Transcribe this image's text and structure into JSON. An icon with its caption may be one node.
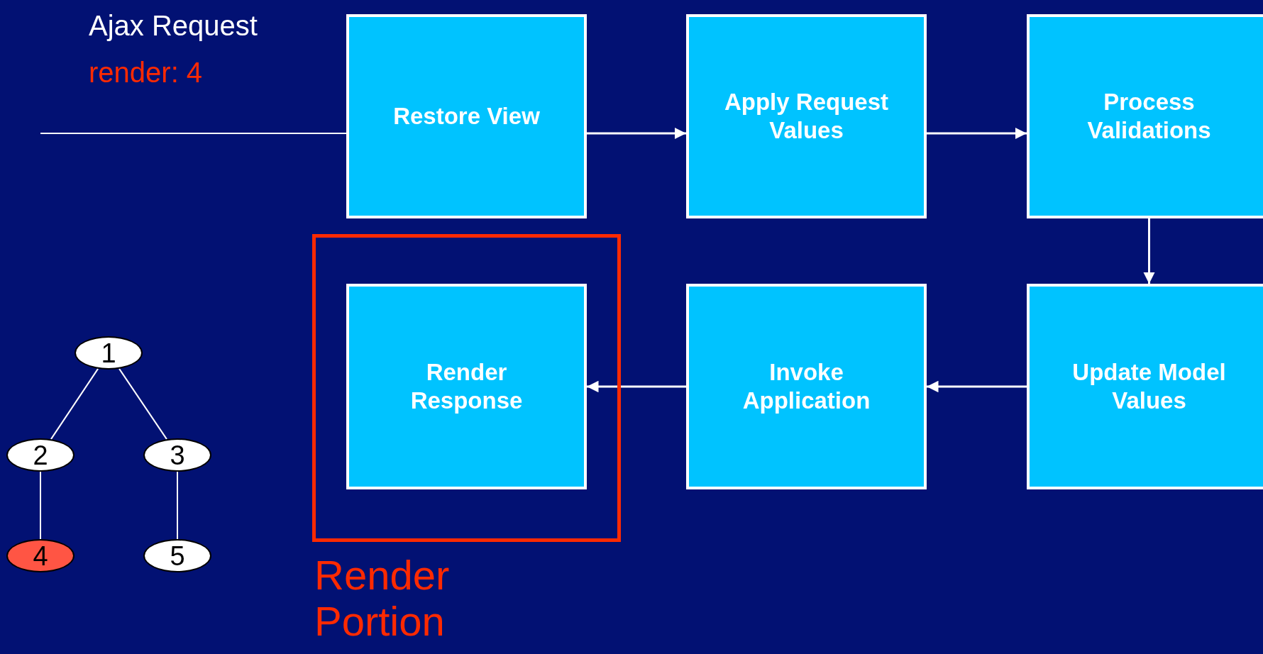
{
  "diagram": {
    "nodes": [
      {
        "text": [
          "Restore View"
        ]
      },
      {
        "text": [
          "Apply Request Values"
        ]
      },
      {
        "text": [
          "Process Validations"
        ]
      },
      {
        "text": [
          "Render Portion"
        ]
      },
      {
        "text": [
          "Render Response"
        ],
        "in": 3
      },
      {
        "text": [
          "Invoke Application"
        ]
      },
      {
        "text": [
          "Update Model Values"
        ]
      },
      {
        "text": [
          "1"
        ]
      },
      {
        "text": [
          "2"
        ]
      },
      {
        "text": [
          "3"
        ]
      },
      {
        "text": [
          "4"
        ]
      },
      {
        "text": [
          "5"
        ]
      }
    ],
    "edges": [
      {
        "from": null,
        "to": 0,
        "arrow": "none"
      },
      {
        "from": 0,
        "to": 1,
        "arrow": "to"
      },
      {
        "from": 1,
        "to": 2,
        "arrow": "to"
      },
      {
        "from": 2,
        "to": 6,
        "arrow": "to"
      },
      {
        "from": 6,
        "to": 5,
        "arrow": "to"
      },
      {
        "from": 5,
        "to": 4,
        "arrow": "to"
      },
      {
        "from": 7,
        "to": 8,
        "arrow": "none"
      },
      {
        "from": 7,
        "to": 9,
        "arrow": "none"
      },
      {
        "from": 8,
        "to": 10,
        "arrow": "none"
      },
      {
        "from": 9,
        "to": 11,
        "arrow": "none"
      }
    ],
    "labels": [
      "Ajax Request",
      "render: 4"
    ]
  }
}
